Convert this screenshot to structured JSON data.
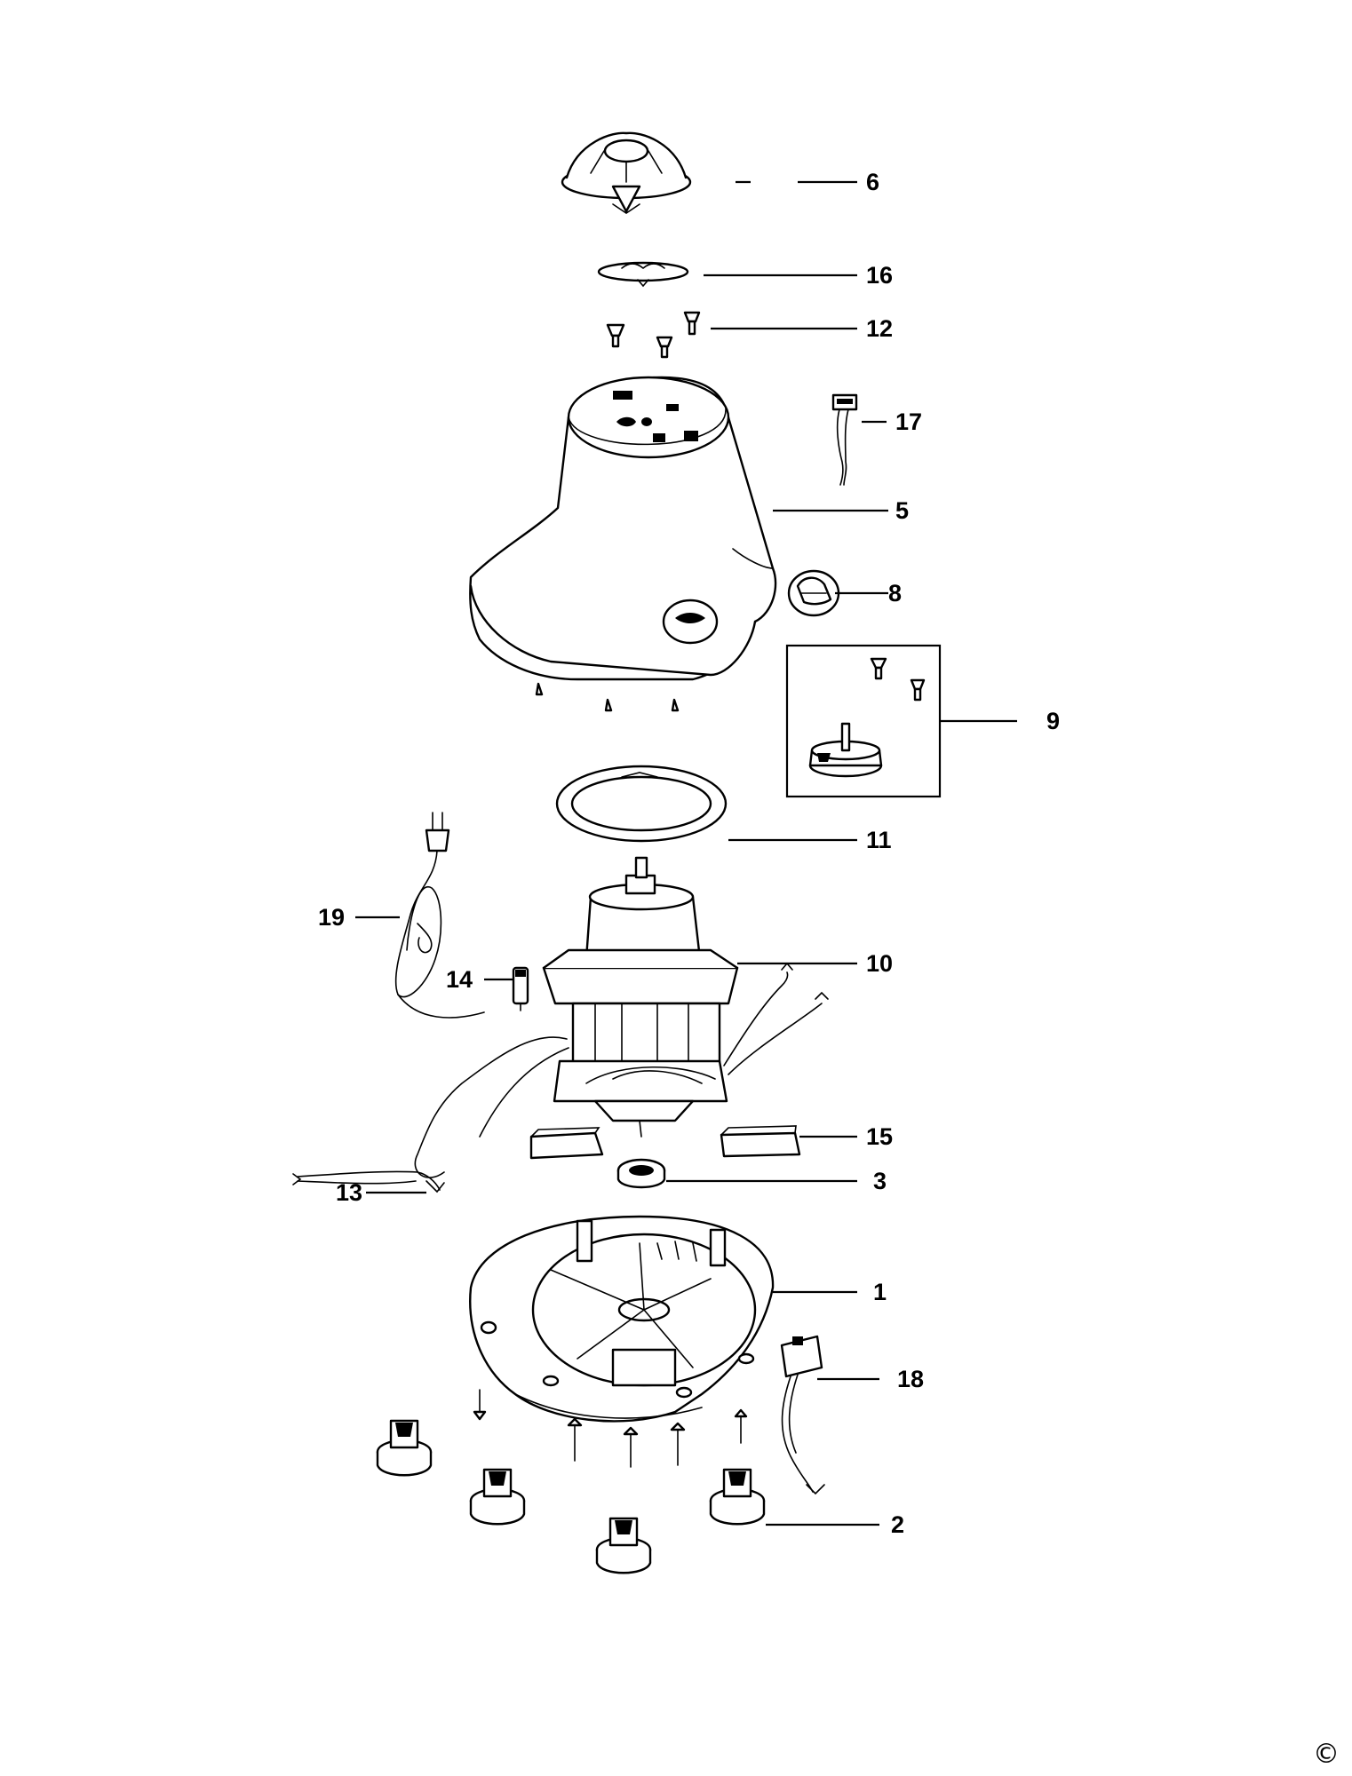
{
  "callouts": [
    {
      "id": "6",
      "text": "6"
    },
    {
      "id": "16",
      "text": "16"
    },
    {
      "id": "12",
      "text": "12"
    },
    {
      "id": "17",
      "text": "17"
    },
    {
      "id": "5",
      "text": "5"
    },
    {
      "id": "8",
      "text": "8"
    },
    {
      "id": "9",
      "text": "9"
    },
    {
      "id": "11",
      "text": "11"
    },
    {
      "id": "19",
      "text": "19"
    },
    {
      "id": "10",
      "text": "10"
    },
    {
      "id": "14",
      "text": "14"
    },
    {
      "id": "15",
      "text": "15"
    },
    {
      "id": "13",
      "text": "13"
    },
    {
      "id": "3",
      "text": "3"
    },
    {
      "id": "1",
      "text": "1"
    },
    {
      "id": "18",
      "text": "18"
    },
    {
      "id": "2",
      "text": "2"
    }
  ],
  "copyright_symbol": "©"
}
